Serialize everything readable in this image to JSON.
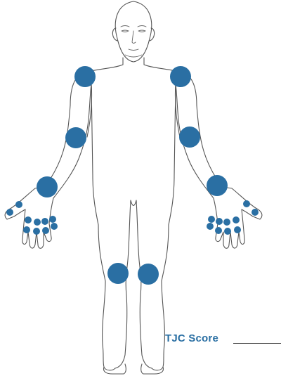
{
  "score": {
    "label": "TJC Score",
    "value": ""
  },
  "colors": {
    "joint": "#2a6fa3",
    "label": "#2a6fa3",
    "outline": "#555555"
  },
  "joints": [
    {
      "name": "right-shoulder",
      "size": "large"
    },
    {
      "name": "left-shoulder",
      "size": "large"
    },
    {
      "name": "right-elbow",
      "size": "large"
    },
    {
      "name": "left-elbow",
      "size": "large"
    },
    {
      "name": "right-wrist",
      "size": "large"
    },
    {
      "name": "left-wrist",
      "size": "large"
    },
    {
      "name": "right-knee",
      "size": "large"
    },
    {
      "name": "left-knee",
      "size": "large"
    },
    {
      "name": "right-thumb-pip",
      "size": "small"
    },
    {
      "name": "right-thumb-mcp",
      "size": "small"
    },
    {
      "name": "right-index-pip",
      "size": "small"
    },
    {
      "name": "right-index-mcp",
      "size": "small"
    },
    {
      "name": "right-middle-pip",
      "size": "small"
    },
    {
      "name": "right-middle-mcp",
      "size": "small"
    },
    {
      "name": "right-ring-pip",
      "size": "small"
    },
    {
      "name": "right-ring-mcp",
      "size": "small"
    },
    {
      "name": "right-little-pip",
      "size": "small"
    },
    {
      "name": "right-little-mcp",
      "size": "small"
    },
    {
      "name": "left-thumb-pip",
      "size": "small"
    },
    {
      "name": "left-thumb-mcp",
      "size": "small"
    },
    {
      "name": "left-index-pip",
      "size": "small"
    },
    {
      "name": "left-index-mcp",
      "size": "small"
    },
    {
      "name": "left-middle-pip",
      "size": "small"
    },
    {
      "name": "left-middle-mcp",
      "size": "small"
    },
    {
      "name": "left-ring-pip",
      "size": "small"
    },
    {
      "name": "left-ring-mcp",
      "size": "small"
    },
    {
      "name": "left-little-pip",
      "size": "small"
    },
    {
      "name": "left-little-mcp",
      "size": "small"
    }
  ]
}
